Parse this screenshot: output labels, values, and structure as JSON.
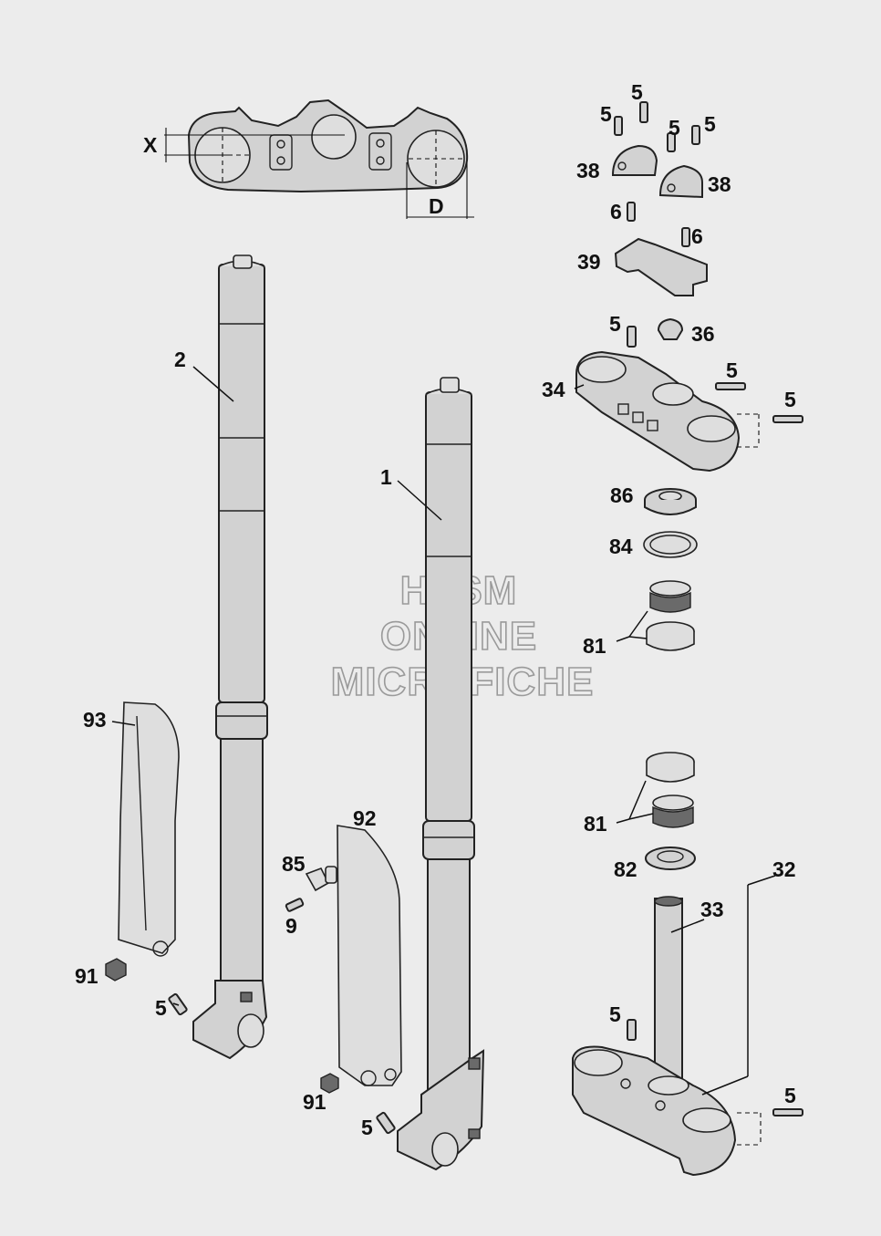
{
  "watermark": {
    "line1": "HLSM",
    "line2": "ONLINE",
    "line3": "MICROFICHE"
  },
  "dimensions": {
    "x": "X",
    "d": "D"
  },
  "callouts": {
    "c1": "1",
    "c2": "2",
    "c5a": "5",
    "c5b": "5",
    "c5c": "5",
    "c5d": "5",
    "c5e": "5",
    "c5f": "5",
    "c5g": "5",
    "c5h": "5",
    "c5i": "5",
    "c5j": "5",
    "c5k": "5",
    "c6a": "6",
    "c6b": "6",
    "c9": "9",
    "c32": "32",
    "c33": "33",
    "c34": "34",
    "c36": "36",
    "c38a": "38",
    "c38b": "38",
    "c39": "39",
    "c81a": "81",
    "c81b": "81",
    "c82": "82",
    "c84": "84",
    "c85": "85",
    "c86": "86",
    "c91a": "91",
    "c91b": "91",
    "c92": "92",
    "c93": "93"
  }
}
